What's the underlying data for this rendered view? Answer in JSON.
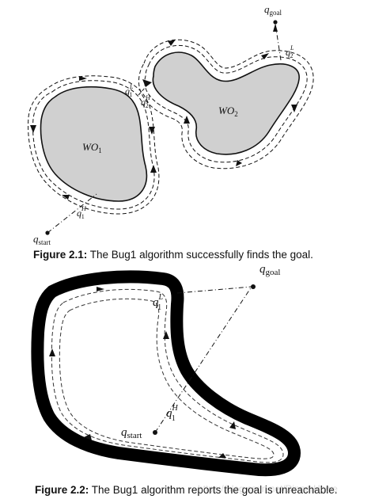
{
  "figure1": {
    "caption_label": "Figure 2.1:",
    "caption_text": " The Bug1 algorithm successfully finds the goal.",
    "obstacle1_label": "WO",
    "obstacle1_sub": "1",
    "obstacle2_label": "WO",
    "obstacle2_sub": "2",
    "q_goal": "q",
    "q_goal_sub": "goal",
    "q_start": "q",
    "q_start_sub": "start",
    "q1H": "q",
    "q1H_sub": "1",
    "q1H_sup": "H",
    "q1L": "q",
    "q1L_sub": "1",
    "q1L_sup": "L",
    "q2H": "q",
    "q2H_sub": "2",
    "q2H_sup": "H",
    "q2L": "q",
    "q2L_sub": "2",
    "q2L_sup": "L"
  },
  "figure2": {
    "caption_label": "Figure 2.2:",
    "caption_text": " The Bug1 algorithm reports the goal is unreachable.",
    "q_goal": "q",
    "q_goal_sub": "goal",
    "q_start": "q",
    "q_start_sub": "start",
    "q1L": "q",
    "q1L_sub": "1",
    "q1L_sup": "L",
    "q1H": "q",
    "q1H_sub": "1",
    "q1H_sup": "H"
  },
  "watermark": "https://blog.csdn.net/DinnerHowe",
  "colors": {
    "obstacle_fill": "#d0d0d0",
    "stroke": "#111111",
    "wall": "#000000",
    "background": "#ffffff"
  }
}
